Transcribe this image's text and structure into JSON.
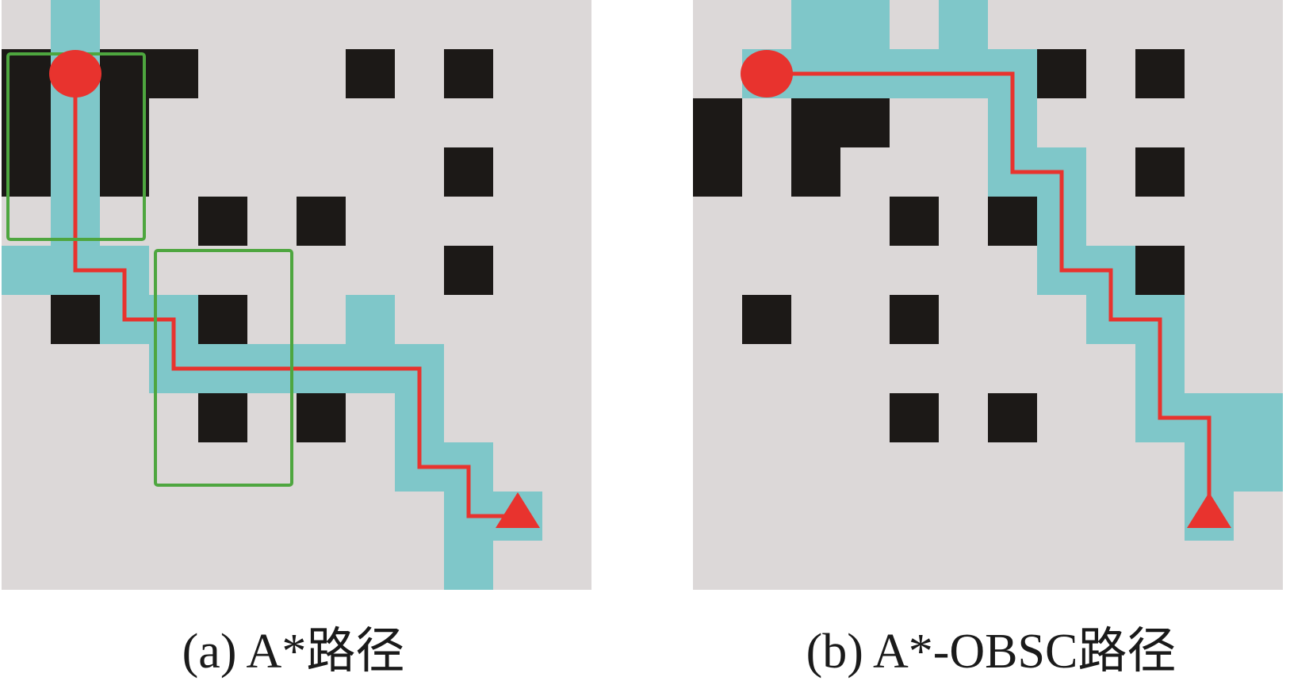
{
  "colors": {
    "free": "#dcd8d8",
    "obstacle": "#1c1917",
    "visited": "#7fc7c9",
    "path": "#e8332e",
    "highlight_box": "#4ea63f",
    "background": "#ffffff"
  },
  "grid_size": 12,
  "panels": [
    {
      "id": "a",
      "caption": "(a) A*路径",
      "obstacles": [
        [
          1,
          0
        ],
        [
          1,
          2
        ],
        [
          1,
          3
        ],
        [
          2,
          0
        ],
        [
          2,
          2
        ],
        [
          3,
          0
        ],
        [
          3,
          2
        ],
        [
          6,
          1
        ],
        [
          6,
          4
        ],
        [
          8,
          4
        ],
        [
          8,
          6
        ],
        [
          4,
          4
        ],
        [
          4,
          6
        ],
        [
          1,
          7
        ],
        [
          1,
          9
        ],
        [
          3,
          9
        ],
        [
          5,
          9
        ]
      ],
      "visited": [
        [
          0,
          1
        ],
        [
          1,
          1
        ],
        [
          2,
          1
        ],
        [
          3,
          1
        ],
        [
          4,
          1
        ],
        [
          5,
          0
        ],
        [
          5,
          1
        ],
        [
          5,
          2
        ],
        [
          6,
          2
        ],
        [
          6,
          3
        ],
        [
          7,
          3
        ],
        [
          7,
          4
        ],
        [
          7,
          5
        ],
        [
          7,
          6
        ],
        [
          7,
          7
        ],
        [
          7,
          8
        ],
        [
          8,
          8
        ],
        [
          9,
          8
        ],
        [
          9,
          9
        ],
        [
          10,
          9
        ],
        [
          10,
          10
        ],
        [
          11,
          9
        ],
        [
          6,
          7
        ]
      ],
      "path": [
        [
          1,
          1
        ],
        [
          5,
          1
        ],
        [
          5,
          2
        ],
        [
          6,
          2
        ],
        [
          6,
          3
        ],
        [
          7,
          3
        ],
        [
          7,
          8
        ],
        [
          9,
          8
        ],
        [
          9,
          9
        ],
        [
          10,
          9
        ],
        [
          10,
          10
        ]
      ],
      "start": [
        1,
        1
      ],
      "goal": [
        10,
        10
      ],
      "highlight_boxes": [
        {
          "r0": 1,
          "c0": 0,
          "r1": 4,
          "c1": 2
        },
        {
          "r0": 5,
          "c0": 3,
          "r1": 9,
          "c1": 5
        }
      ]
    },
    {
      "id": "b",
      "caption": "(b) A*-OBSC路径",
      "obstacles": [
        [
          1,
          7
        ],
        [
          1,
          9
        ],
        [
          2,
          0
        ],
        [
          2,
          2
        ],
        [
          2,
          3
        ],
        [
          3,
          0
        ],
        [
          3,
          2
        ],
        [
          3,
          9
        ],
        [
          4,
          4
        ],
        [
          4,
          6
        ],
        [
          5,
          9
        ],
        [
          6,
          1
        ],
        [
          6,
          4
        ],
        [
          8,
          4
        ],
        [
          8,
          6
        ]
      ],
      "visited": [
        [
          0,
          2
        ],
        [
          0,
          3
        ],
        [
          0,
          5
        ],
        [
          1,
          1
        ],
        [
          1,
          2
        ],
        [
          1,
          3
        ],
        [
          1,
          4
        ],
        [
          1,
          5
        ],
        [
          1,
          6
        ],
        [
          2,
          6
        ],
        [
          3,
          6
        ],
        [
          3,
          7
        ],
        [
          4,
          7
        ],
        [
          5,
          7
        ],
        [
          5,
          8
        ],
        [
          6,
          8
        ],
        [
          6,
          9
        ],
        [
          7,
          9
        ],
        [
          8,
          9
        ],
        [
          8,
          10
        ],
        [
          8,
          11
        ],
        [
          9,
          10
        ],
        [
          9,
          11
        ],
        [
          10,
          10
        ]
      ],
      "path": [
        [
          1,
          1
        ],
        [
          1,
          6
        ],
        [
          3,
          6
        ],
        [
          3,
          7
        ],
        [
          5,
          7
        ],
        [
          5,
          8
        ],
        [
          6,
          8
        ],
        [
          6,
          9
        ],
        [
          8,
          9
        ],
        [
          8,
          10
        ],
        [
          10,
          10
        ]
      ],
      "start": [
        1,
        1
      ],
      "goal": [
        10,
        10
      ],
      "highlight_boxes": []
    }
  ]
}
